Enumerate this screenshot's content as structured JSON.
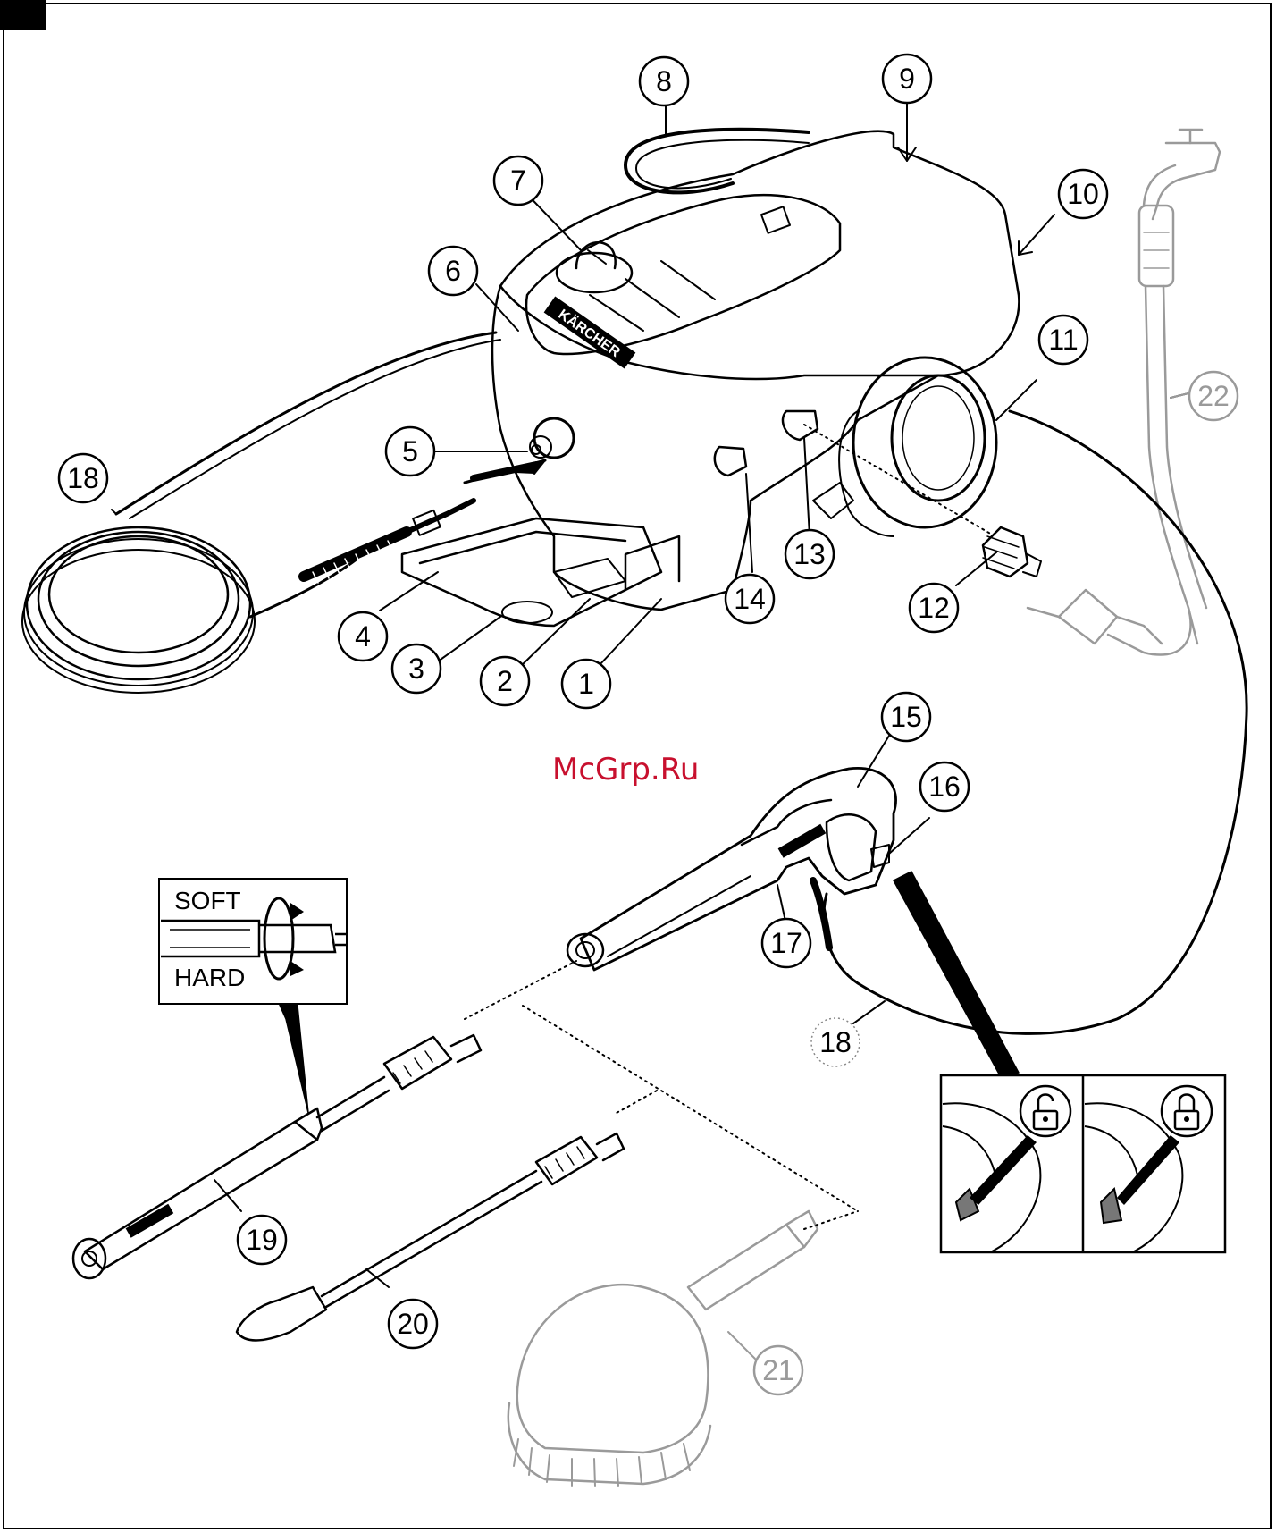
{
  "watermark": "McGrp.Ru",
  "colors": {
    "line": "#000000",
    "faded": "#9a9a9a",
    "watermark": "#c8102e",
    "panel": "#ffffff"
  },
  "callouts": {
    "c1": "1",
    "c2": "2",
    "c3": "3",
    "c4": "4",
    "c5": "5",
    "c6": "6",
    "c7": "7",
    "c8": "8",
    "c9": "9",
    "c10": "10",
    "c11": "11",
    "c12": "12",
    "c13": "13",
    "c14": "14",
    "c15": "15",
    "c16": "16",
    "c17": "17",
    "c18a": "18",
    "c18b": "18",
    "c19": "19",
    "c20": "20",
    "c21": "21",
    "c22": "22"
  },
  "inset_spray": {
    "soft_label": "SOFT",
    "hard_label": "HARD"
  },
  "inset_lock": {
    "unlocked_icon": "padlock-open-icon",
    "locked_icon": "padlock-closed-icon"
  },
  "brand_mark": "KÄRCHER"
}
